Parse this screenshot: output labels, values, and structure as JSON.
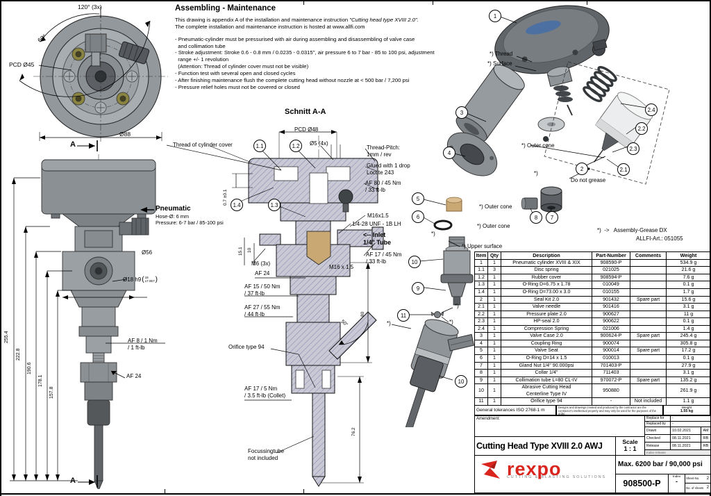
{
  "colors": {
    "logo_red": "#d9251d",
    "hatch_blue": "#8282aa",
    "part_gray": "#9aa0a4",
    "gold": "#c9a873",
    "cap_logo_blue": "#4a6fa5"
  },
  "notes": {
    "title": "Assembling - Maintenance",
    "intro_1": "This drawing is appendix A of the installation and maintenance instruction ",
    "intro_italic": "\"Cutting head type XVIII 2.0\".",
    "intro_2": "The complete installation and maintenance instruction is hosted at www.allfi.com",
    "bullets": [
      "- Pneumatic-cylinder must be pressurised with air during assembling and disassembling of valve case\n  and collimation tube",
      "- Stroke adjustment: Stroke 0.6 - 0.8 mm / 0.0235 - 0.0315\", air pressure 6 to 7 bar - 85 to 100 psi, adjustment\n  range +/- 1 revolution",
      "  (Attention: Thread of cylinder cover must not be visible)",
      "- Function test with several open and closed cycles",
      "- After finishing maintenance flush the complete cutting head without nozzle at < 500 bar / 7,200 psi",
      "- Pressure relief holes must not be covered or closed"
    ]
  },
  "top_view": {
    "angle_120": "120° (3x)",
    "angle_60": "60°",
    "pcd": "PCD Ø45",
    "dia88": "Ø88",
    "section_marker": "A"
  },
  "side_view": {
    "dims": [
      "255.4",
      "222.8",
      "190.6",
      "178.1",
      "157.8"
    ],
    "pneumatic_title": "Pneumatic",
    "pneumatic_l1": "Hose-Ø: 6 mm",
    "pneumatic_l2": "Pressure: 6-7 bar / 85-100 psi",
    "dia56": "Ø56",
    "dia18_label": "Ø18 h9",
    "paren_l": "(",
    "dia18_upper": "18",
    "dia18_lower": "17.957",
    "paren_r": ")",
    "af8": "AF 8 / 1 Nm\n/ 1 ft-lb",
    "af24": "AF 24",
    "section_marker": "A"
  },
  "section_view": {
    "title": "Schnitt A-A",
    "balloons": [
      "1.1",
      "1.2",
      "1.4",
      "1.3"
    ],
    "pcd48": "PCD Ø48",
    "dia5": "Ø5 (4x)",
    "thread_cover": "Thread of cylinder cover",
    "thread_pitch": "Thread-Pitch:\n1mm / rev",
    "glued": "Glued with 1 drop\nLoctite 243",
    "af80": "AF 80 / 45 Nm\n/ 33 ft-lb",
    "dim07": "0.7 ±0.1",
    "m16_right": "M16x1.5",
    "unf": "1/4-28 UNF - 1B LH",
    "inlet": "<-- Inlet\n1/4\" Tube",
    "af17_45": "AF 17 / 45 Nm\n/ 33 ft-lb",
    "dim151": "15.1",
    "dim10": "10",
    "m6": "M6 (3x)",
    "af24": "AF 24",
    "m16_mid": "M16 x 1.5",
    "af15": "AF 15 / 50 Nm\n/ 37 ft-lb",
    "af27": "AF 27 / 55 Nm\n/ 44 ft-lb",
    "dim80": "80",
    "angle50": "50°",
    "orifice": "Orifice type 94",
    "af17_5": "AF 17 / 5 Nm\n/ 3.5 ft-lb (Collet)",
    "dim762": "76.2",
    "focusing": "Focussingtube\nnot included"
  },
  "exploded_view": {
    "balloons": [
      "1",
      "3",
      "4",
      "5",
      "6",
      "8",
      "7",
      "2",
      "2.1",
      "2.3",
      "2.2",
      "2.4",
      "10",
      "9",
      "11",
      "10"
    ],
    "thread": "*) Thread",
    "surface": "*) Surface",
    "outer_cone_a": "*) Outer cone",
    "outer_cone_b": "*) Outer cone",
    "outer_cone_c": "*) Outer cone",
    "star_gland": "*)",
    "do_not_grease": "Do not grease",
    "star_seat": "*)",
    "upper_surface": "*) Upper surface",
    "star_11a": "*)",
    "star_11b": "*)",
    "star_head": "*)",
    "grease_l1": "*)  ->   Assembly-Grease DX",
    "grease_l2": "ALLFI-Art.: 051055"
  },
  "bom": {
    "headers": [
      "Item",
      "Qty",
      "Description",
      "Part-Number",
      "Comments",
      "Weight"
    ],
    "rows": [
      [
        "1",
        "1",
        "Pneumatic cylinder XVIII & XIX",
        "908590-P",
        "",
        "534.9 g"
      ],
      [
        "1.1",
        "3",
        "Disc spring",
        "021025",
        "",
        "21.6 g"
      ],
      [
        "1.2",
        "1",
        "Rubber cover",
        "908594-P",
        "",
        "7.6 g"
      ],
      [
        "1.3",
        "1",
        "O-Ring D=6.75 x 1.78",
        "010049",
        "",
        "0.1 g"
      ],
      [
        "1.4",
        "1",
        "O-Ring D=73.00 x 3.0",
        "010155",
        "",
        "1.7 g"
      ],
      [
        "2",
        "1",
        "Seal Kit 2.0",
        "901432",
        "Spare part",
        "15.6 g"
      ],
      [
        "2.1",
        "1",
        "Valve needle",
        "901416",
        "",
        "3.1 g"
      ],
      [
        "2.2",
        "1",
        "Pressure plate 2.0",
        "900627",
        "",
        "11 g"
      ],
      [
        "2.3",
        "1",
        "HP-seal 2.0",
        "900622",
        "",
        "0.1 g"
      ],
      [
        "2.4",
        "1",
        "Compression Spring",
        "021006",
        "",
        "1.4 g"
      ],
      [
        "3",
        "1",
        "Valve Case 2.0",
        "900624-P",
        "Spare part",
        "245.4 g"
      ],
      [
        "4",
        "1",
        "Coupling Ring",
        "900074",
        "",
        "305.8 g"
      ],
      [
        "5",
        "1",
        "Valve Seat",
        "900014",
        "Spare part",
        "17.2 g"
      ],
      [
        "6",
        "1",
        "O-Ring D=14 x 1.5",
        "010013",
        "",
        "0.1 g"
      ],
      [
        "7",
        "1",
        "Gland Nut 1/4\" 90.000psi",
        "701403-P",
        "",
        "27.9 g"
      ],
      [
        "8",
        "1",
        "Collar 1/4\"",
        "711403",
        "",
        "3.1 g"
      ],
      [
        "9",
        "1",
        "Collimation tube L=80 CL-IV",
        "970072-P",
        "Spare part",
        "135.2 g"
      ],
      [
        "10",
        "1",
        "Abrasive Cutting Head\nCenterline Type IV",
        "950880",
        "",
        "261.9 g"
      ],
      [
        "11",
        "1",
        "Orifice type 94",
        "-",
        "Not included",
        "1.1 g"
      ]
    ]
  },
  "footer": {
    "tolerances": "General tolerances ISO 2768-1 m",
    "disclaimer": "Designs and drawings created and produced by the contractor are the contractor's intellectual property and may only be used for the purposes of the order.",
    "weight_label": "Weight",
    "weight_value": "1.55 kg"
  },
  "title_block": {
    "amendment_label": "Amendment:",
    "replace_for": "Replace for",
    "replace_for_val": "-",
    "replaced_by": "Replaced by",
    "replaced_by_val": "-",
    "drawn": "Drawn",
    "drawn_date": "10.02.2021",
    "drawn_by": "AM",
    "checked": "Checked",
    "checked_date": "08.11.2021",
    "checked_by": "RB",
    "release": "Release",
    "release_date": "08.11.2021",
    "release_by": "RB",
    "index_release": "Index-release",
    "title": "Cutting Head Type XVIII 2.0 AWJ",
    "scale_label": "Scale",
    "scale_value": "1 : 1",
    "pressure": "Max. 6200 bar / 90,000 psi",
    "logo_text": "rexpo",
    "logo_tagline": "CUTTING & BLASTING SOLUTIONS",
    "part_number": "908500-P",
    "index_label": "Index",
    "index_value": "-",
    "sheet_label": "Sheet-No.",
    "sheet_value": "2",
    "sheets_label": "No. of sheets",
    "sheets_value": "2"
  }
}
